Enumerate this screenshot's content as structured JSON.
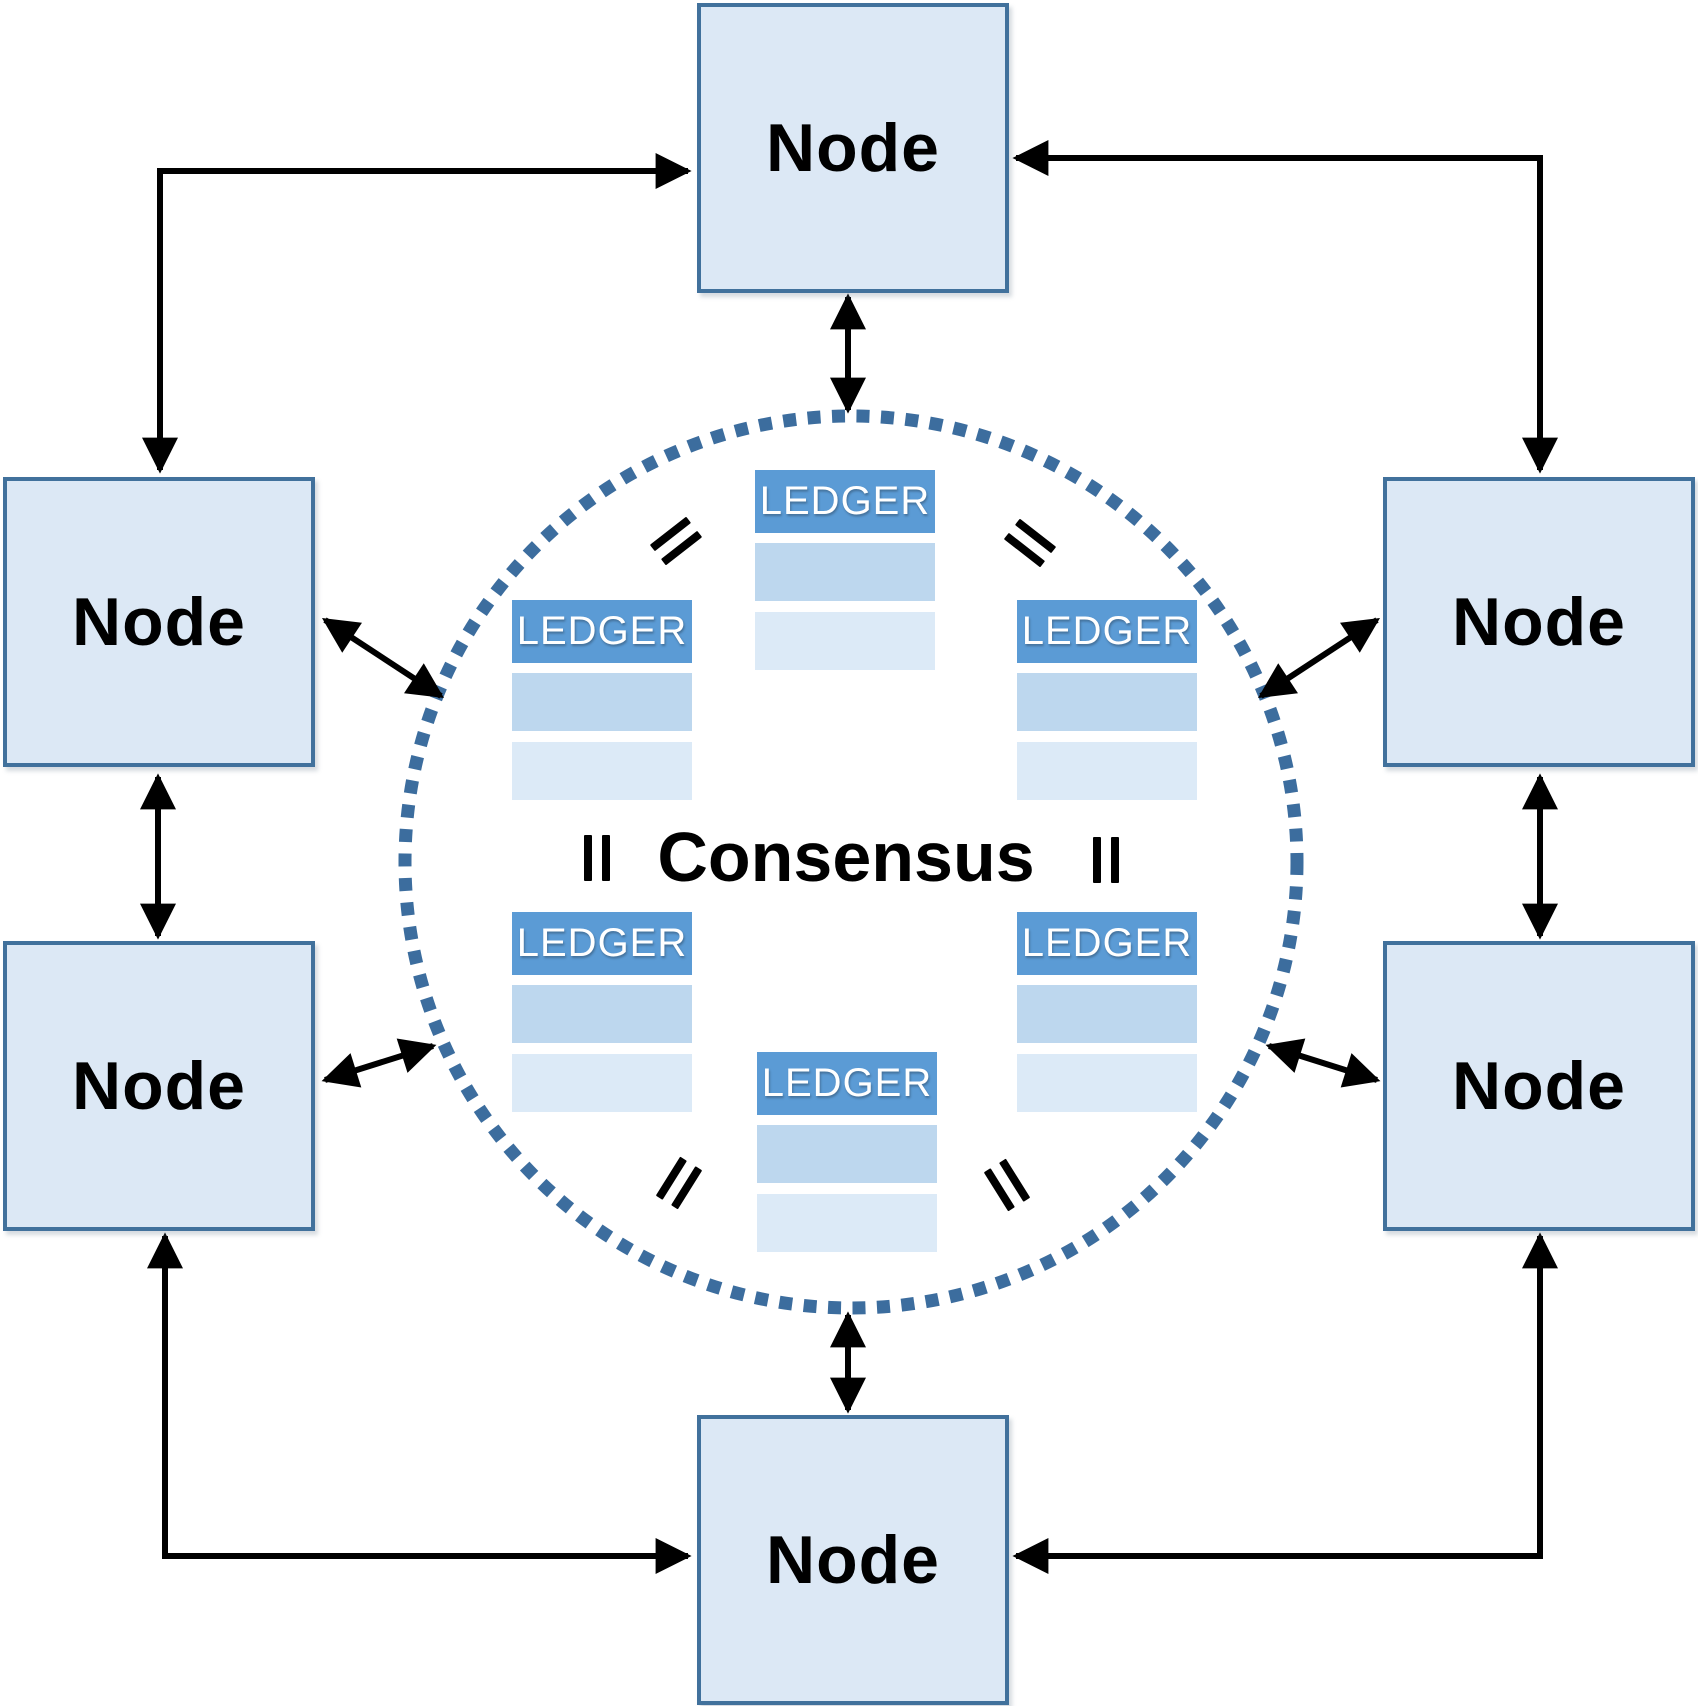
{
  "diagram": {
    "consensus_label": "Consensus",
    "equivalence_symbol": "=",
    "equivalence_marks_count": 6
  },
  "nodes": [
    {
      "id": "top",
      "label": "Node"
    },
    {
      "id": "upper-left",
      "label": "Node"
    },
    {
      "id": "upper-right",
      "label": "Node"
    },
    {
      "id": "lower-left",
      "label": "Node"
    },
    {
      "id": "lower-right",
      "label": "Node"
    },
    {
      "id": "bottom",
      "label": "Node"
    }
  ],
  "ledgers": [
    {
      "id": "top",
      "label": "LEDGER",
      "rows": 2
    },
    {
      "id": "upper-left",
      "label": "LEDGER",
      "rows": 2
    },
    {
      "id": "upper-right",
      "label": "LEDGER",
      "rows": 2
    },
    {
      "id": "lower-left",
      "label": "LEDGER",
      "rows": 2
    },
    {
      "id": "lower-right",
      "label": "LEDGER",
      "rows": 2
    },
    {
      "id": "bottom",
      "label": "LEDGER",
      "rows": 2
    }
  ],
  "colors": {
    "node_fill": "#dce8f5",
    "node_border": "#41719c",
    "ledger_header": "#5b9bd5",
    "ledger_row1": "#bdd7ee",
    "ledger_row2": "#dceaf7",
    "circle_dots": "#3c6d9e",
    "arrow": "#000000",
    "text": "#000000"
  }
}
